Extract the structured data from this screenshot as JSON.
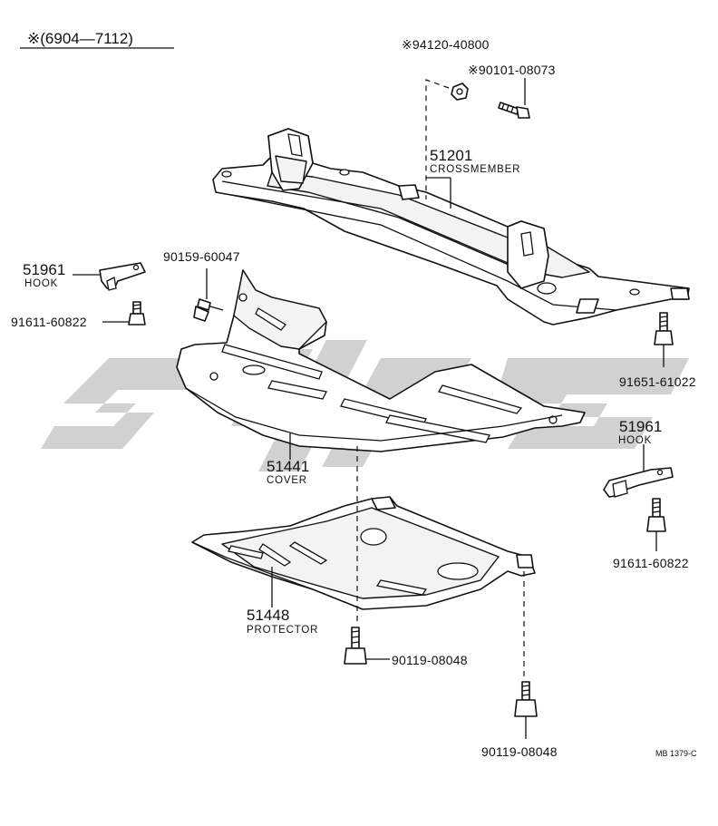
{
  "header": {
    "range_label": "※(6904—7112)"
  },
  "parts": {
    "nut": "※94120-40800",
    "bolt_top": "※90101-08073",
    "crossmember_no": "51201",
    "crossmember_name": "CROSSMEMBER",
    "hook_left_no": "51961",
    "hook_left_name": "HOOK",
    "bolt_cover": "90159-60047",
    "bolt_hook_left": "91611-60822",
    "bolt_right": "91651-61022",
    "hook_right_no": "51961",
    "hook_right_name": "HOOK",
    "bolt_hook_right": "91611-60822",
    "cover_no": "51441",
    "cover_name": "COVER",
    "protector_no": "51448",
    "protector_name": "PROTECTOR",
    "bolt_protector_front": "90119-08048",
    "bolt_protector_rear": "90119-08048"
  },
  "footer": {
    "diagram_code": "MB 1379-C"
  }
}
